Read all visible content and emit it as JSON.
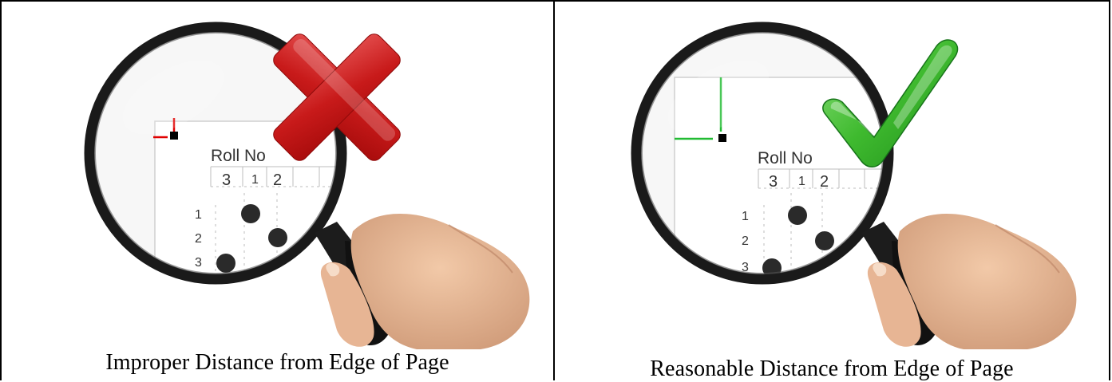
{
  "panels": [
    {
      "id": "improper",
      "caption": "Improper Distance from Edge of Page",
      "verdict_icon": "red-cross-icon",
      "sheet": {
        "heading": "Roll No",
        "digits": [
          "3",
          "1",
          "2"
        ],
        "rows": [
          "1",
          "2",
          "3"
        ]
      },
      "marker_color": "#e00000"
    },
    {
      "id": "reasonable",
      "caption": "Reasonable Distance from Edge of Page",
      "verdict_icon": "green-check-icon",
      "sheet": {
        "heading": "Roll No",
        "digits": [
          "3",
          "1",
          "2"
        ],
        "rows": [
          "1",
          "2",
          "3"
        ]
      },
      "marker_color": "#22bb33"
    }
  ]
}
